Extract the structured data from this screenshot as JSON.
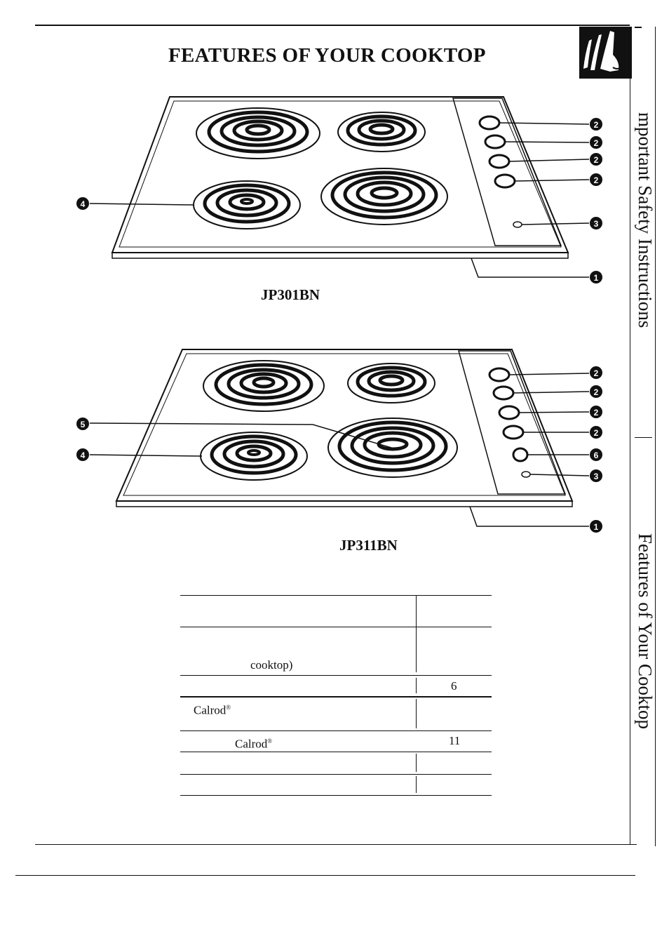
{
  "page": {
    "title": "FEATURES OF YOUR COOKTOP",
    "side_tabs": [
      "mportant Safety Instructions",
      "Features of Your Cooktop"
    ]
  },
  "figures": [
    {
      "model": "JP301BN",
      "callouts": [
        "2",
        "2",
        "2",
        "2",
        "3",
        "1",
        "4"
      ]
    },
    {
      "model": "JP311BN",
      "callouts": [
        "2",
        "2",
        "2",
        "2",
        "6",
        "3",
        "1",
        "5",
        "4"
      ]
    }
  ],
  "table": {
    "rows": [
      {
        "left": "",
        "right": ""
      },
      {
        "left": "cooktop)",
        "right": ""
      },
      {
        "left": "",
        "right": "6"
      },
      {
        "left": "Calrod",
        "left_mark": "®",
        "right": ""
      },
      {
        "left": "Calrod",
        "left_mark": "®",
        "right": "11"
      },
      {
        "left": "",
        "right": ""
      },
      {
        "left": "",
        "right": ""
      }
    ]
  },
  "colors": {
    "ink": "#111111",
    "paper": "#ffffff"
  }
}
